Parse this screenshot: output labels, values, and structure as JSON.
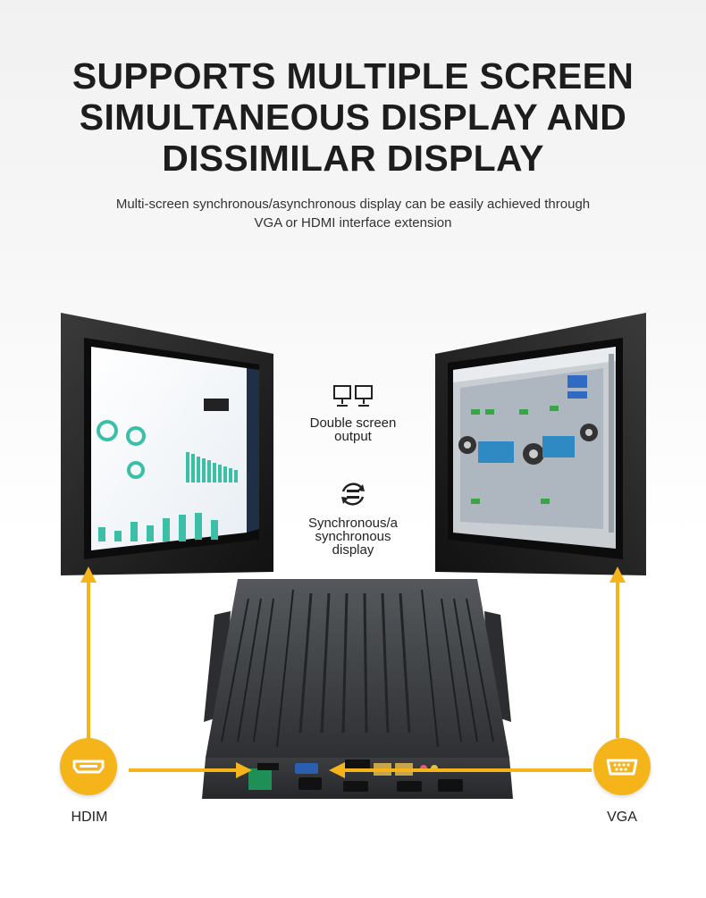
{
  "headline": {
    "line1": "SUPPORTS MULTIPLE SCREEN",
    "line2": "SIMULTANEOUS DISPLAY AND",
    "line3": "DISSIMILAR DISPLAY"
  },
  "subtitle": {
    "line1": "Multi-screen synchronous/asynchronous display can be easily achieved through",
    "line2": "VGA or HDMI interface extension"
  },
  "features": {
    "dual": {
      "line1": "Double screen",
      "line2": "output",
      "icon": "dual-monitor-icon"
    },
    "sync": {
      "line1": "Synchronous/a",
      "line2": "synchronous",
      "line3": "display",
      "icon": "sync-icon"
    }
  },
  "ports": {
    "left": {
      "label": "HDIM",
      "icon": "hdmi-port-icon"
    },
    "right": {
      "label": "VGA",
      "icon": "vga-port-icon"
    }
  },
  "colors": {
    "accent": "#f4b41a",
    "headline": "#1d1d1d",
    "device": "#3a3c3f"
  }
}
